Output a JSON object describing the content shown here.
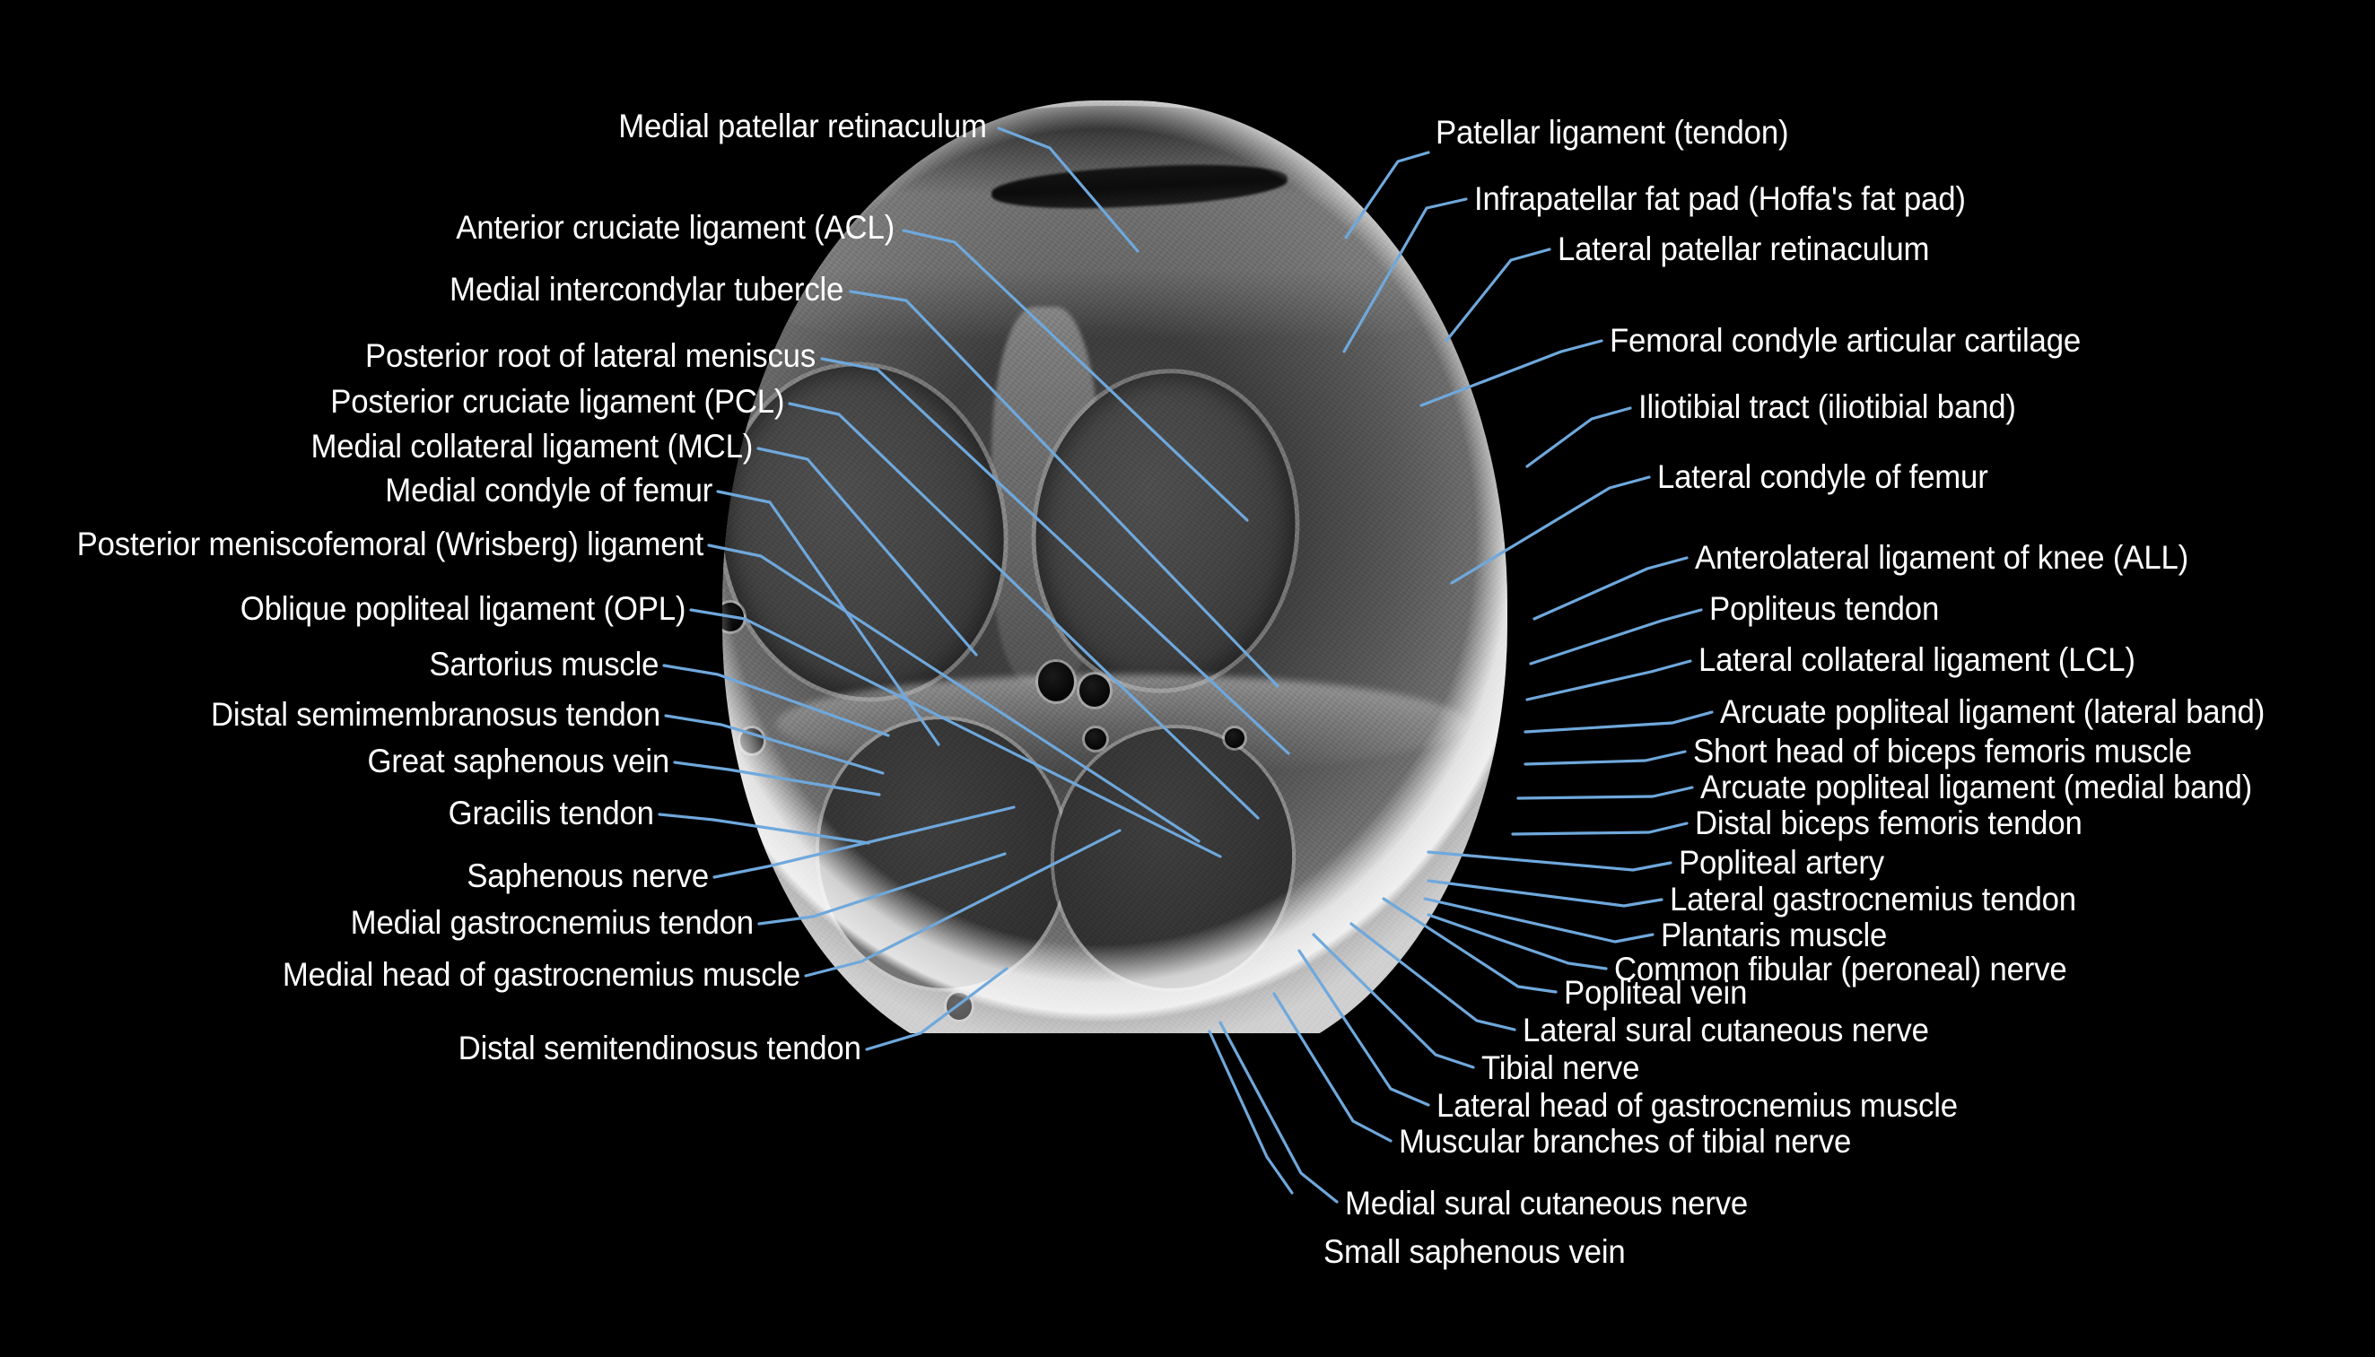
{
  "figure": {
    "title": "Axial MRI of the knee with anatomical annotations",
    "modality": "MRI",
    "view": "axial cross-section",
    "background_color": "#000000",
    "label_color": "#ffffff",
    "leader_line_color": "#6FA8DC"
  },
  "labels_left": [
    {
      "id": "medial-patellar-retinaculum",
      "text": "Medial patellar retinaculum"
    },
    {
      "id": "anterior-cruciate-ligament",
      "text": "Anterior cruciate ligament (ACL)"
    },
    {
      "id": "medial-intercondylar-tubercle",
      "text": "Medial intercondylar tubercle"
    },
    {
      "id": "posterior-root-lateral-meniscus",
      "text": "Posterior root of lateral meniscus"
    },
    {
      "id": "posterior-cruciate-ligament",
      "text": "Posterior cruciate ligament (PCL)"
    },
    {
      "id": "medial-collateral-ligament",
      "text": "Medial collateral ligament (MCL)"
    },
    {
      "id": "medial-condyle-of-femur",
      "text": "Medial condyle of femur"
    },
    {
      "id": "posterior-meniscofemoral-ligament",
      "text": "Posterior meniscofemoral (Wrisberg) ligament"
    },
    {
      "id": "oblique-popliteal-ligament",
      "text": "Oblique popliteal ligament (OPL)"
    },
    {
      "id": "sartorius-muscle",
      "text": "Sartorius muscle"
    },
    {
      "id": "distal-semimembranosus-tendon",
      "text": "Distal semimembranosus tendon"
    },
    {
      "id": "great-saphenous-vein",
      "text": "Great saphenous vein"
    },
    {
      "id": "gracilis-tendon",
      "text": "Gracilis tendon"
    },
    {
      "id": "saphenous-nerve",
      "text": "Saphenous nerve"
    },
    {
      "id": "medial-gastrocnemius-tendon",
      "text": "Medial gastrocnemius tendon"
    },
    {
      "id": "medial-head-gastrocnemius-muscle",
      "text": "Medial head of gastrocnemius muscle"
    },
    {
      "id": "distal-semitendinosus-tendon",
      "text": "Distal semitendinosus tendon"
    }
  ],
  "labels_right": [
    {
      "id": "patellar-ligament",
      "text": "Patellar ligament (tendon)"
    },
    {
      "id": "infrapatellar-fat-pad",
      "text": "Infrapatellar fat pad (Hoffa's fat pad)"
    },
    {
      "id": "lateral-patellar-retinaculum",
      "text": "Lateral patellar retinaculum"
    },
    {
      "id": "femoral-condyle-articular-cartilage",
      "text": "Femoral condyle articular cartilage"
    },
    {
      "id": "iliotibial-tract",
      "text": "Iliotibial tract (iliotibial band)"
    },
    {
      "id": "lateral-condyle-of-femur",
      "text": "Lateral condyle of femur"
    },
    {
      "id": "anterolateral-ligament",
      "text": "Anterolateral ligament of knee (ALL)"
    },
    {
      "id": "popliteus-tendon",
      "text": "Popliteus tendon"
    },
    {
      "id": "lateral-collateral-ligament",
      "text": "Lateral collateral ligament (LCL)"
    },
    {
      "id": "arcuate-popliteal-lateral-band",
      "text": "Arcuate popliteal ligament (lateral band)"
    },
    {
      "id": "short-head-biceps-femoris-muscle",
      "text": "Short head of biceps femoris muscle"
    },
    {
      "id": "arcuate-popliteal-medial-band",
      "text": "Arcuate popliteal ligament (medial band)"
    },
    {
      "id": "distal-biceps-femoris-tendon",
      "text": "Distal biceps femoris tendon"
    },
    {
      "id": "popliteal-artery",
      "text": "Popliteal artery"
    },
    {
      "id": "lateral-gastrocnemius-tendon",
      "text": "Lateral gastrocnemius tendon"
    },
    {
      "id": "plantaris-muscle",
      "text": "Plantaris muscle"
    },
    {
      "id": "common-fibular-nerve",
      "text": "Common fibular (peroneal) nerve"
    },
    {
      "id": "popliteal-vein",
      "text": "Popliteal vein"
    },
    {
      "id": "lateral-sural-cutaneous-nerve",
      "text": "Lateral sural cutaneous nerve"
    },
    {
      "id": "tibial-nerve",
      "text": "Tibial nerve"
    },
    {
      "id": "lateral-head-gastrocnemius-muscle",
      "text": "Lateral head of gastrocnemius muscle"
    },
    {
      "id": "muscular-branches-tibial-nerve",
      "text": "Muscular branches of tibial nerve"
    },
    {
      "id": "medial-sural-cutaneous-nerve",
      "text": "Medial sural cutaneous nerve"
    },
    {
      "id": "small-saphenous-vein",
      "text": "Small saphenous vein"
    }
  ]
}
